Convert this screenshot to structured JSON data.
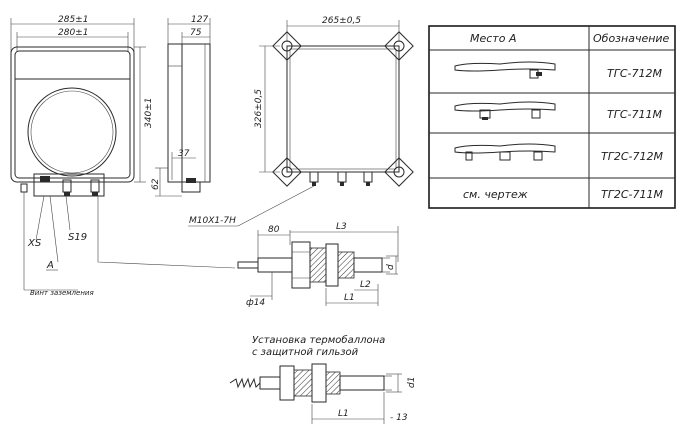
{
  "front_view": {
    "dim_outer_width": "285±1",
    "dim_inner_width": "280±1",
    "dim_height": "340±1",
    "label_xs": "XS",
    "label_s19": "S19",
    "label_a": "А",
    "label_ground": "Винт заземления"
  },
  "side_view": {
    "dim_depth": "127",
    "dim_depth_inner": "75",
    "dim_offset": "37",
    "dim_height_small": "62"
  },
  "back_view": {
    "dim_width": "265±0,5",
    "dim_height": "326±0,5",
    "thread_label": "M10X1-7H"
  },
  "sensor": {
    "dim_80": "80",
    "dim_l3": "L3",
    "dim_d": "d",
    "dim_l2": "L2",
    "dim_l1": "L1",
    "dim_dia14": "ф14"
  },
  "sleeve": {
    "caption_line1": "Установка термобаллона",
    "caption_line2": "с защитной гильзой",
    "dim_d1": "d1",
    "dim_l1": "L1",
    "dim_minus13": "- 13"
  },
  "table": {
    "header_place": "Место А",
    "header_designation": "Обозначение",
    "rows": [
      {
        "place": "",
        "designation": "ТГС-712М"
      },
      {
        "place": "",
        "designation": "ТГС-711М"
      },
      {
        "place": "",
        "designation": "ТГ2С-712М"
      },
      {
        "place": "см. чертеж",
        "designation": "ТГ2С-711М"
      }
    ]
  }
}
